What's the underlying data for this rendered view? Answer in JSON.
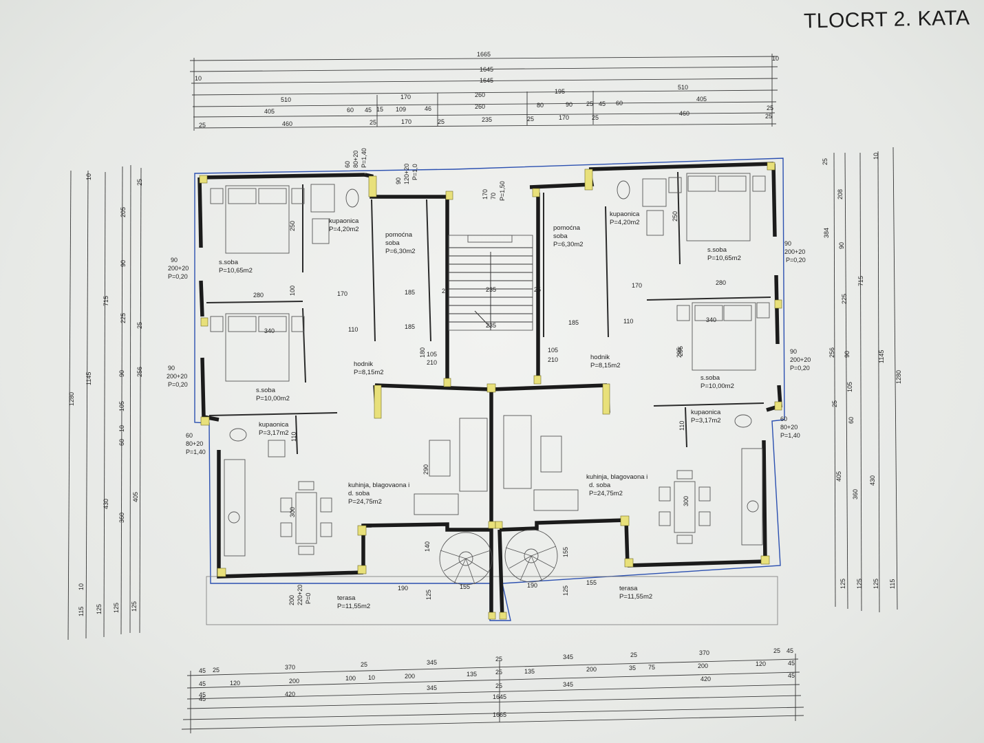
{
  "title": "TLOCRT 2. KATA",
  "rooms": {
    "bed1_name": "s.soba",
    "bed1_area": "P=10,65m2",
    "bed2_name": "s.soba",
    "bed2_area": "P=10,00m2",
    "bath1_name": "kupaonica",
    "bath1_area": "P=4,20m2",
    "bath2_name": "kupaonica",
    "bath2_area": "P=3,17m2",
    "aux1_name1": "pomoćna",
    "aux1_name2": "soba",
    "aux1_area": "P=6,30m2",
    "hall1_name": "hodnik",
    "hall1_area": "P=8,15m2",
    "kitchen1_name1": "kuhinja, blagovaona i",
    "kitchen1_name2": "d. soba",
    "kitchen1_area": "P=24,75m2",
    "terrace1_name": "terasa",
    "terrace1_area": "P=11,55m2",
    "bed3_name": "s.soba",
    "bed3_area": "P=10,65m2",
    "bed4_name": "s.soba",
    "bed4_area": "P=10,00m2",
    "bath3_name": "kupaonica",
    "bath3_area": "P=4,20m2",
    "bath4_name": "kupaonica",
    "bath4_area": "P=3,17m2",
    "aux2_name1": "pomoćna",
    "aux2_name2": "soba",
    "aux2_area": "P=6,30m2",
    "hall2_name": "hodnik",
    "hall2_area": "P=8,15m2",
    "kitchen2_name1": "kuhinja, blagovaona i",
    "kitchen2_name2": "d. soba",
    "kitchen2_area": "P=24,75m2",
    "terrace2_name": "terasa",
    "terrace2_area": "P=11,55m2"
  },
  "windows": {
    "w90a": "90",
    "w200a": "200+20",
    "wpa": "P=0,20",
    "w90b": "90",
    "w200b": "200+20",
    "wpb": "P=0,20",
    "w60a": "60",
    "w80a": "80+20",
    "wpc": "P=1,40",
    "w90c": "90",
    "w200c": "200+20",
    "wpd": "P=0,20",
    "w90d": "90",
    "w200d": "200+20",
    "wpe": "P=0,20",
    "w60b": "60",
    "w80b": "80+20",
    "wpf": "P=1,40"
  },
  "top_dims": {
    "r1": "1665",
    "r1b": "10",
    "r2": "1645",
    "r2b": "10",
    "r3": "1645",
    "r4": [
      "510",
      "170",
      "260",
      "195",
      "510"
    ],
    "r5": [
      "405",
      "60",
      "45",
      "15",
      "109",
      "46",
      "260",
      "80",
      "90",
      "25",
      "45",
      "60",
      "405",
      "25"
    ],
    "r6": [
      "25",
      "460",
      "25",
      "170",
      "25",
      "235",
      "25",
      "170",
      "25",
      "460",
      "25"
    ]
  },
  "bottom_dims": {
    "r1": [
      "45",
      "25",
      "370",
      "25",
      "345",
      "25",
      "345",
      "25",
      "370",
      "25",
      "45"
    ],
    "r2": [
      "45",
      "120",
      "200",
      "100",
      "10",
      "200",
      "135",
      "25",
      "135",
      "200",
      "35",
      "75",
      "200",
      "120",
      "45"
    ],
    "r3": [
      "45",
      "420",
      "345",
      "25",
      "345",
      "420",
      "45"
    ],
    "r4": [
      "45",
      "1645"
    ],
    "r5": "1665"
  },
  "left_dims": [
    "1280",
    "1145",
    "715",
    "430",
    "405",
    "360",
    "205",
    "90",
    "225",
    "90",
    "256",
    "105",
    "60",
    "10",
    "10",
    "25",
    "25",
    "115",
    "125",
    "125",
    "125",
    "10"
  ],
  "right_dims": [
    "1280",
    "1145",
    "715",
    "430",
    "405",
    "360",
    "208",
    "384",
    "90",
    "225",
    "256",
    "90",
    "105",
    "60",
    "25",
    "25",
    "125",
    "125",
    "125",
    "115",
    "10"
  ],
  "interior_dims": [
    "280",
    "340",
    "250",
    "100",
    "170",
    "185",
    "185",
    "110",
    "235",
    "235",
    "25",
    "25",
    "180",
    "105",
    "210",
    "105",
    "210",
    "295",
    "110",
    "290",
    "300",
    "300",
    "190",
    "155",
    "155",
    "190",
    "155",
    "140",
    "125",
    "125",
    "340",
    "280",
    "250",
    "170",
    "185",
    "110",
    "295",
    "110"
  ],
  "door_labels": [
    "60",
    "80+20",
    "P=1,40",
    "90",
    "120+20",
    "P=1,0",
    "170",
    "70",
    "P=1,50",
    "200",
    "220+20",
    "P=0"
  ]
}
